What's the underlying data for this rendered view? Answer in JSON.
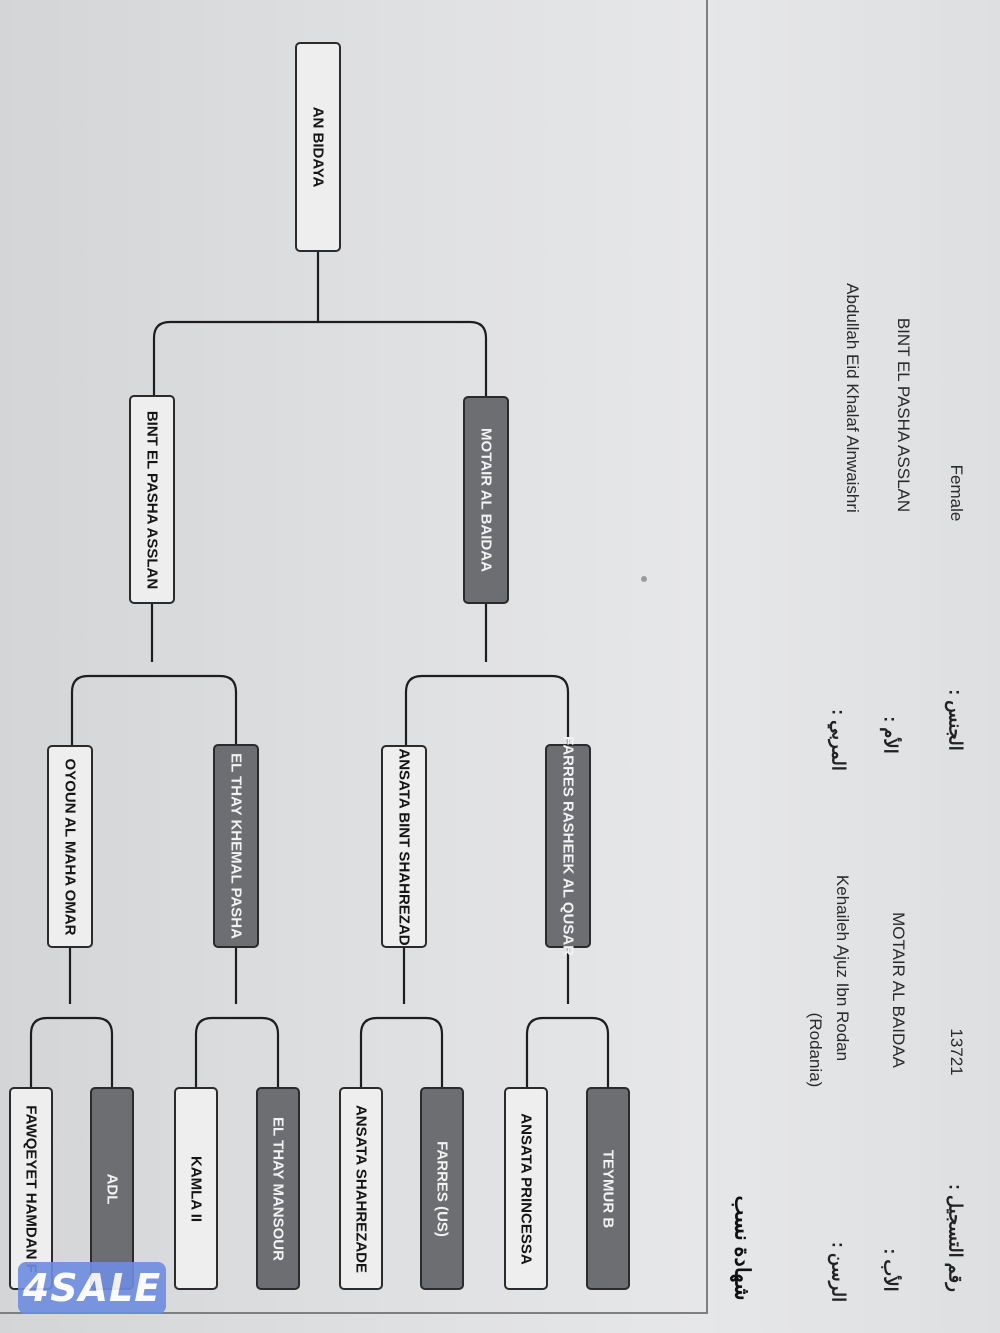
{
  "title": "شهادة نسب",
  "info": {
    "reg_label": "رقم التسجيل :",
    "reg_value": "13721",
    "sex_label": "الجنس :",
    "sex_value": "Female",
    "sire_label": "الأب :",
    "sire_value": "MOTAIR AL BAIDAA",
    "dam_label": "الأم :",
    "dam_value": "BINT EL PASHA ASSLAN",
    "breeder_label": "الرسن :",
    "breeder_value_line1": "Kehaileh Ajuz Ibn Rodan",
    "breeder_value_line2": "(Rodania)",
    "owner_label": "المربي :",
    "owner_value": "Abdullah Eid Khalaf Alnwaishri"
  },
  "pedigree": {
    "horse": "AN BIDAYA",
    "sire": "MOTAIR AL BAIDAA",
    "dam": "BINT EL PASHA ASSLAN",
    "ss": "FARRES RASHEEK AL QUSAR",
    "sd": "ANSATA BINT SHAHREZAD",
    "ds": "EL THAY KHEMAL PASHA",
    "dd": "OYOUN AL MAHA OMAR",
    "sss": "TEYMUR B",
    "ssd": "ANSATA PRINCESSA",
    "sds": "FARRES (US)",
    "sdd": "ANSATA SHAHREZADE",
    "dss": "EL THAY MANSOUR",
    "dsd": "KAMLA II",
    "dds": "ADL",
    "ddd": "FAWQEYET HAMDAN F"
  },
  "watermark": "4SALE"
}
